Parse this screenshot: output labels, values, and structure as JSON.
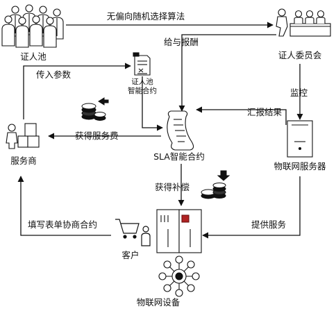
{
  "nodes": {
    "witness_pool": "证人池",
    "committee": "证人委员会",
    "pool_contract": "证人池\n智能合约",
    "sla_contract": "SLA智能合约",
    "provider": "服务商",
    "iot_server": "物联网服务器",
    "customer": "客户",
    "iot_device": "物联网设备"
  },
  "edges": {
    "unbiased_select": "无偏向随机选择算法",
    "give_reward": "给与报酬",
    "pass_params": "传入参数",
    "monitor": "监控",
    "report_result": "汇报结果",
    "get_fee": "获得服务费",
    "get_compensation": "获得补偿",
    "fill_form": "填写表单协商合约",
    "provide_service": "提供服务"
  },
  "colors": {
    "line": "#111111",
    "server_red": "#b02222"
  },
  "icons": [
    "people-group-icon",
    "committee-icon",
    "contract-document-icon",
    "scroll-contract-icon",
    "coin-stack-out-icon",
    "coin-stack-in-icon",
    "person-boxes-icon",
    "server-tower-icon",
    "shopping-cart-icon",
    "server-rack-icon",
    "network-hub-icon"
  ]
}
